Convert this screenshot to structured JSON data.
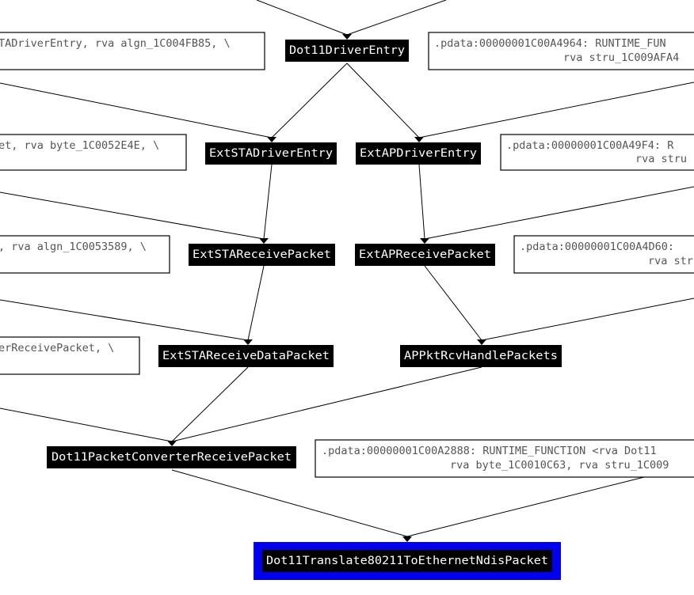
{
  "graph": {
    "highlight_color": "#0000ee",
    "nodes": {
      "dot11_driver_entry": "Dot11DriverEntry",
      "ext_sta_driver_entry": "ExtSTADriverEntry",
      "ext_ap_driver_entry": "ExtAPDriverEntry",
      "ext_sta_receive_packet": "ExtSTAReceivePacket",
      "ext_ap_receive_packet": "ExtAPReceivePacket",
      "ext_sta_receive_data_packet": "ExtSTAReceiveDataPacket",
      "ap_pkt_rcv_handle_packets": "APPktRcvHandlePackets",
      "dot11_packet_converter_receive_packet": "Dot11PacketConverterReceivePacket",
      "dot11_translate_80211_to_ethernet_ndis_packet": "Dot11Translate80211ToEthernetNdisPacket"
    },
    "xrefs": {
      "xref_1_line1": "TADriverEntry, rva algn_1C004FB85, \\",
      "xref_2_line1": ".pdata:00000001C00A4964: RUNTIME_FUN",
      "xref_2_line2": "rva stru_1C009AFA4",
      "xref_3_line1": "et, rva byte_1C0052E4E, \\",
      "xref_4_line1": ".pdata:00000001C00A49F4: R",
      "xref_4_line2": "rva stru",
      "xref_5_line1": ", rva algn_1C0053589, \\",
      "xref_6_line1": ".pdata:00000001C00A4D60:",
      "xref_6_line2": "rva str",
      "xref_7_line1": "erReceivePacket, \\",
      "xref_8_line1": ".pdata:00000001C00A2888: RUNTIME_FUNCTION <rva Dot11",
      "xref_8_line2": "rva byte_1C0010C63, rva stru_1C009"
    }
  }
}
